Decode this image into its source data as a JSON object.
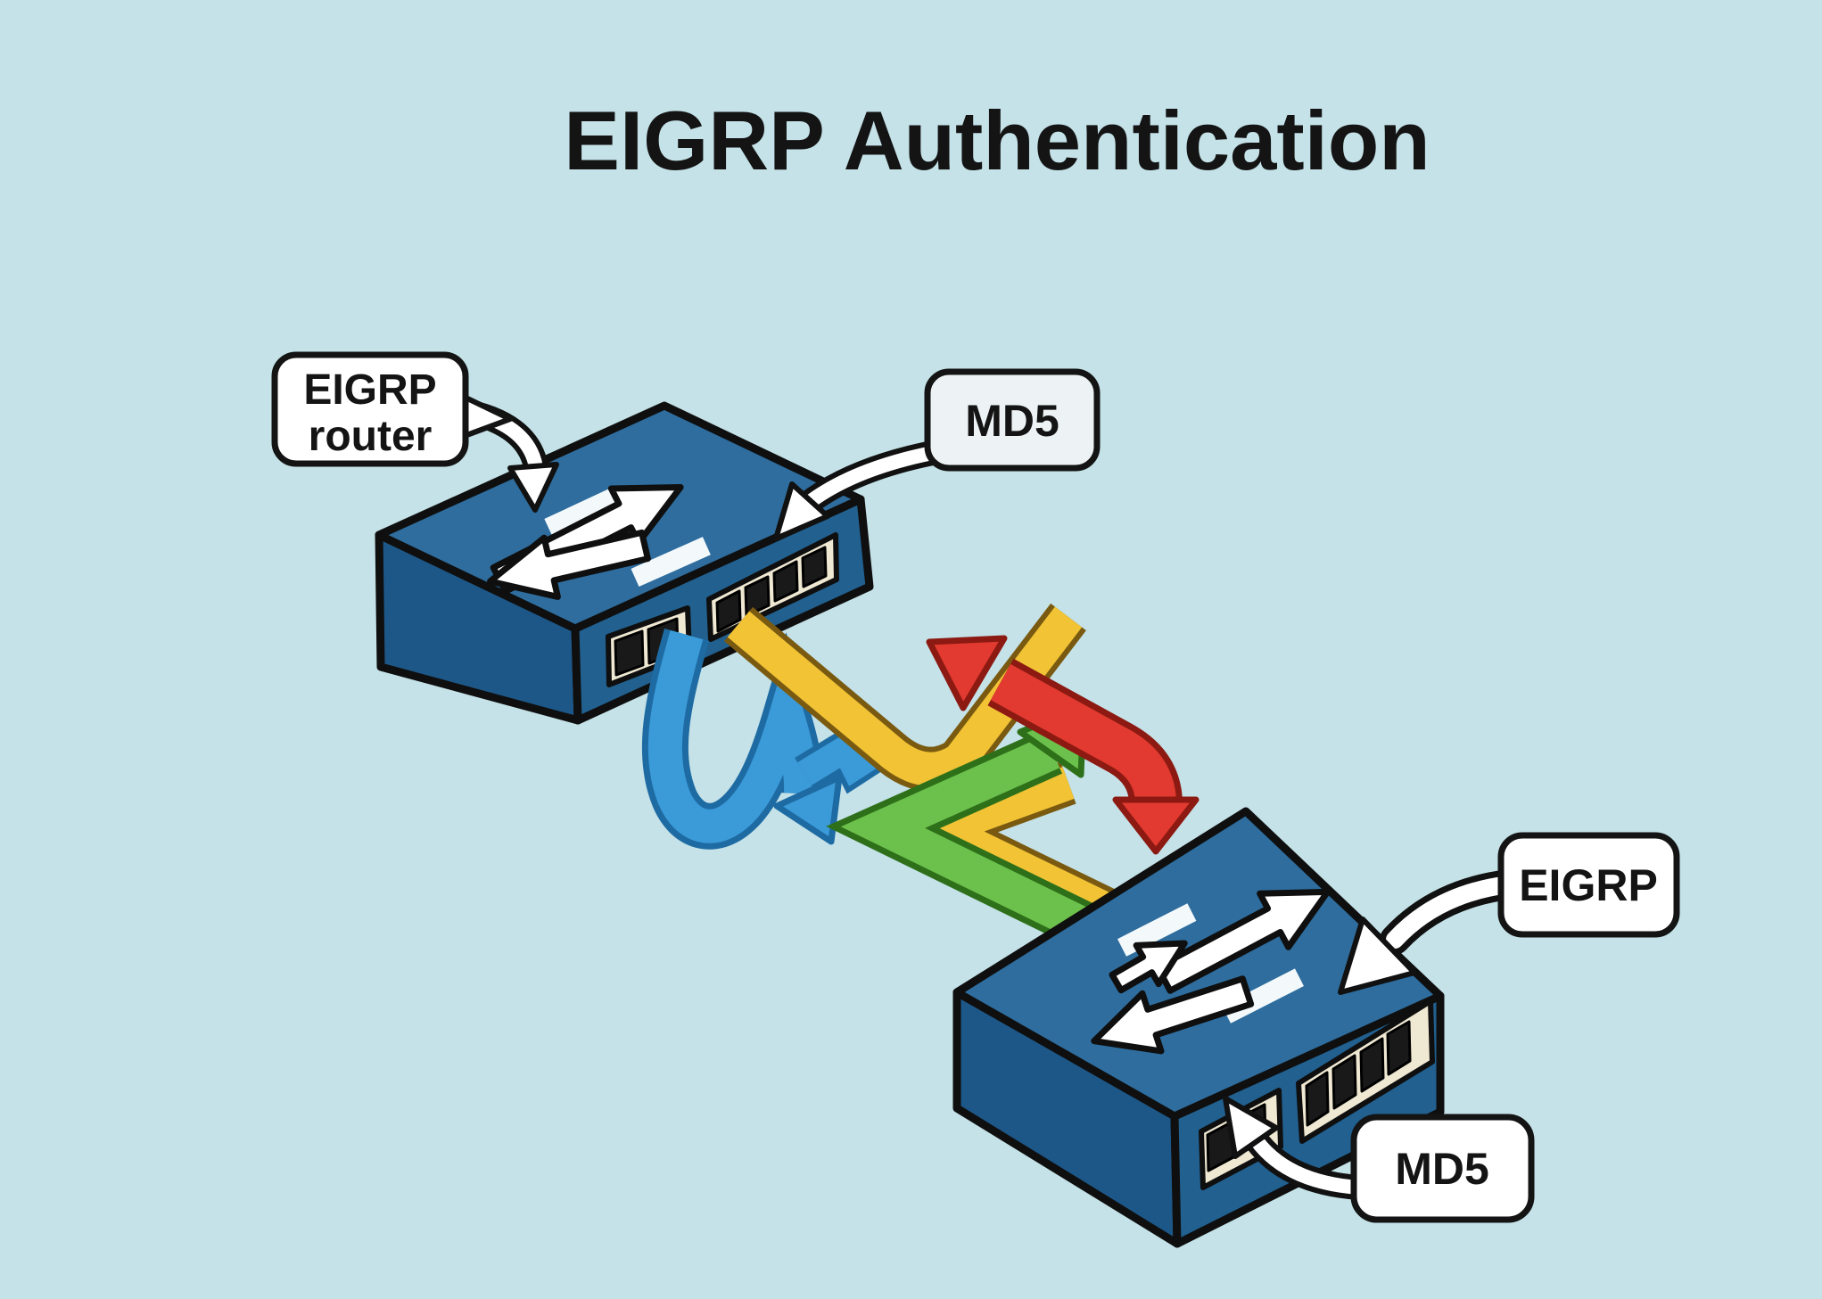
{
  "title": "EIGRP Authentication",
  "callouts": {
    "eigrp_router": {
      "line1": "EIGRP",
      "line2": "router"
    },
    "md5_top": {
      "text": "MD5"
    },
    "eigrp_right": {
      "text": "EIGRP"
    },
    "md5_bottom": {
      "text": "MD5"
    }
  },
  "colors": {
    "background": "#c4e2e8",
    "router_top_face": "#2e6d9e",
    "router_left_face": "#1d5787",
    "router_right_face": "#21608f",
    "port_panel": "#efe8d2",
    "port": "#191919",
    "outline": "#0f0f0f",
    "flow_blue": "#3b9ad8",
    "flow_blue_outline": "#1e6ba3",
    "flow_yellow": "#f1c335",
    "flow_yellow_outline": "#7a5a10",
    "flow_red": "#e23a30",
    "flow_red_outline": "#8c1a12",
    "flow_green": "#6cc04c",
    "flow_green_outline": "#2e7019",
    "callout_fill": "#ffffff",
    "callout_md5_top_fill": "#edf3f5",
    "text": "#141414"
  }
}
